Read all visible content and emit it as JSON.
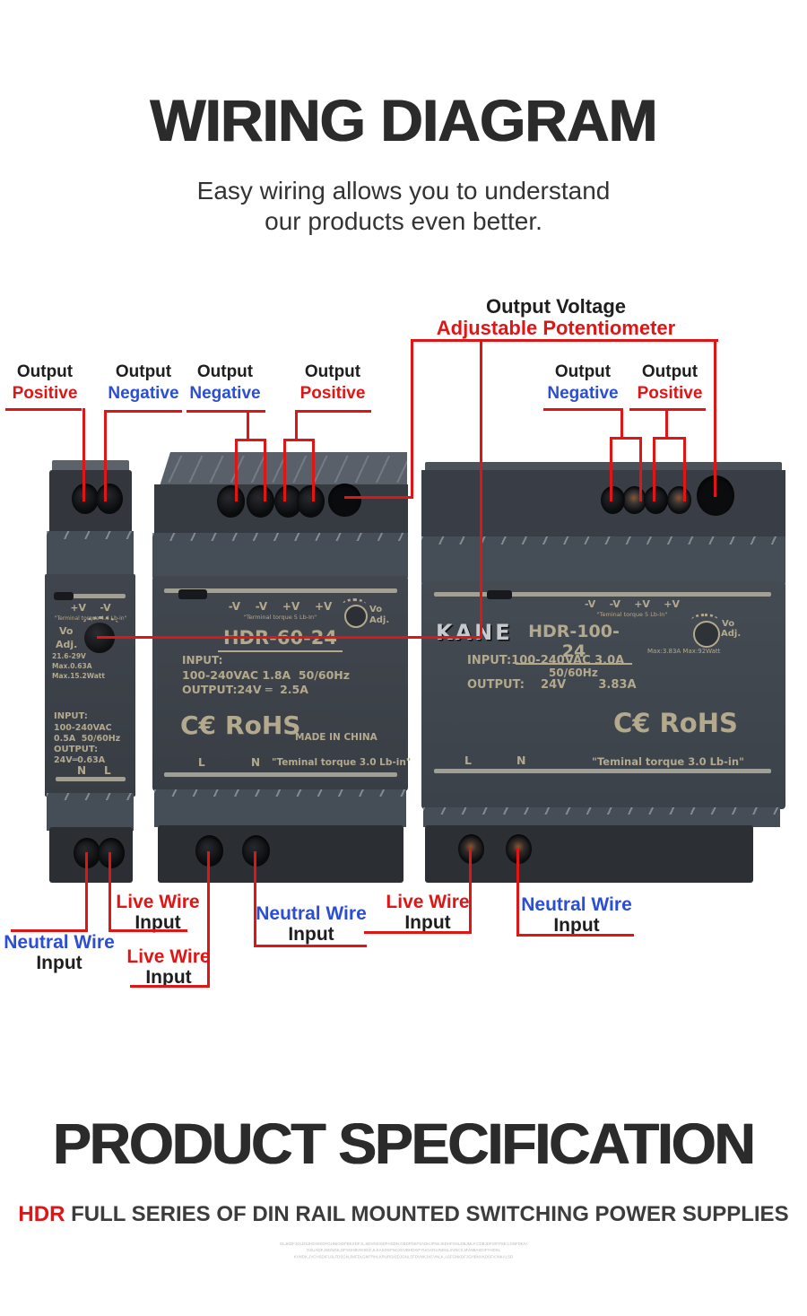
{
  "header": {
    "title": "WIRING DIAGRAM",
    "subtitle1": "Easy wiring allows you to understand",
    "subtitle2": "our products even better."
  },
  "annotations": {
    "pot": {
      "line1": "Output Voltage",
      "line2": "Adjustable Potentiometer"
    },
    "outputs": [
      {
        "line1": "Output",
        "line2": "Positive",
        "color": "#e01515"
      },
      {
        "line1": "Output",
        "line2": "Negative",
        "color": "#2b4ed4"
      },
      {
        "line1": "Output",
        "line2": "Negative",
        "color": "#2b4ed4"
      },
      {
        "line1": "Output",
        "line2": "Positive",
        "color": "#e01515"
      },
      {
        "line1": "Output",
        "line2": "Negative",
        "color": "#2b4ed4"
      },
      {
        "line1": "Output",
        "line2": "Positive",
        "color": "#e01515"
      }
    ],
    "wires": [
      {
        "line1": "Neutral Wire",
        "line2": "Input",
        "color": "#2b4ed4"
      },
      {
        "line1": "Live Wire",
        "line2": "Input",
        "color": "#e01515"
      },
      {
        "line1": "Live Wire",
        "line2": "Input",
        "color": "#e01515"
      },
      {
        "line1": "Neutral Wire",
        "line2": "Input",
        "color": "#2b4ed4"
      },
      {
        "line1": "Live Wire",
        "line2": "Input",
        "color": "#e01515"
      },
      {
        "line1": "Neutral Wire",
        "line2": "Input",
        "color": "#2b4ed4"
      }
    ]
  },
  "units": {
    "hdr15": {
      "terminals_top": "+V    -V",
      "torque_top": "\"Terminal torque 4.4 Lb-in\"",
      "vo": "Vo",
      "adj": "Adj.",
      "range": "21.6-29V",
      "max_current": "Max.0.63A",
      "max_power": "Max.15.2Watt",
      "input_label": "INPUT:",
      "input_1": "100-240VAC",
      "input_2": "0.5A  50/60Hz",
      "output_label": "OUTPUT:",
      "output_1": "24V═0.63A",
      "n": "N",
      "l": "L"
    },
    "hdr60": {
      "terminals_top": "-V    -V    +V    +V",
      "torque_top": "\"Terminal torque 5 Lb-In\"",
      "vo": "Vo",
      "adj": "Adj.",
      "model": "HDR-60-24",
      "input_label": "INPUT:",
      "input_1": "100-240VAC 1.8A  50/60Hz",
      "output_1": "OUTPUT:24V ═  2.5A",
      "ce": "C€",
      "rohs": "RoHS",
      "made_in": "MADE IN CHINA",
      "l": "L",
      "n": "N",
      "torque_bottom": "\"Teminal torque 3.0 Lb-in\""
    },
    "hdr100": {
      "brand": "KANE",
      "model": "HDR-100-24",
      "terminals_top": "-V    -V    +V    +V",
      "torque_top": "\"Teminal torque 5 Lb-In\"",
      "vo": "Vo",
      "adj": "Adj.",
      "max_note": "Max:3.83A Max:92Watt",
      "input_1": "INPUT:100-240VAC 3.0A",
      "input_2": "50/60Hz",
      "output_1": "OUTPUT:    24V        3.83A",
      "ce": "C€",
      "rohs": "RoHS",
      "l": "L",
      "n": "N",
      "torque_bottom": "\"Teminal torque 3.0 Lb-in\""
    }
  },
  "footer": {
    "title": "PRODUCT SPECIFICATION",
    "series": "HDR",
    "subtitle": " FULL SERIES OF DIN RAIL MOUNTED SWITCHING POWER SUPPLIES",
    "fineprint1": "OLJKDFJGLDSJHGOIKDFGHNKSDFBKSDFJL,SDVNKISDFHSDN,GBDFNKFSADHJFNKJSDHFOSLDBJMLF.CDBJDFOIFPSE;LGNFDKIV",
    "fineprint2": "OSUADF.JSDNGK,DFSGHBVKISDF.JLKASDGFNCXKVBHDXIFYUOAFHJNDSLSVNCX,MVNBASDIFYHDSL",
    "fineprint3": "KVNDK,JVCHSDIFUJLFDSGN,JMFDLGMTRHLKRURDISDJGNLSFDVNKJXCVNLK,ASFGNKDFJGHBNVKDSFVJNKALSD"
  },
  "colors": {
    "annotation_red": "#e01515",
    "annotation_blue": "#2b4ed4",
    "face_text": "#b3a98d",
    "unit_body": "#3e434b"
  }
}
